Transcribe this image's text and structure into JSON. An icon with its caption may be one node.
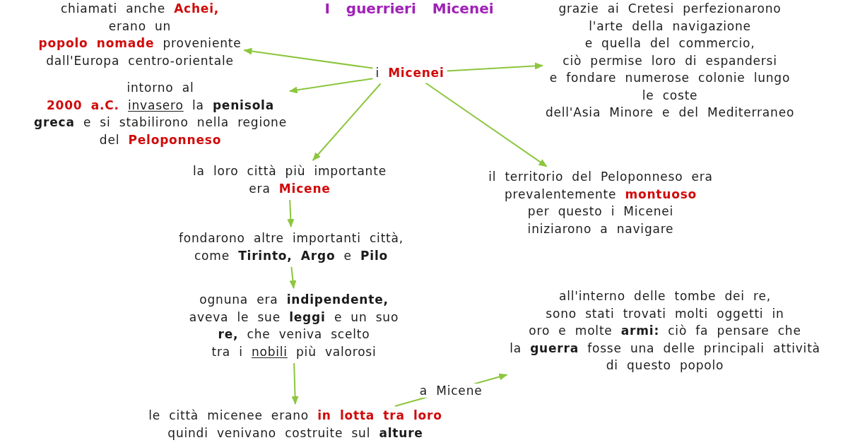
{
  "diagram": {
    "title": "I guerrieri Micenei",
    "nodes": [
      {
        "text": [
          "chiamati anche **Achei,** erano un **popolo nomade** proveniente dall'Europa centro-orientale"
        ]
      },
      {
        "text": [
          "grazie ai Cretesi perfezionarono l'arte della navigazione e quella del commercio, ciò permise loro di espandersi e fondare numerose colonie lungo le coste dell'Asia Minore e del Mediterraneo"
        ]
      },
      {
        "text": [
          "i **Micenei**"
        ]
      },
      {
        "text": [
          "intorno al **2000 a.C.** invasero la **penisola greca** e si stabilirono nella regione del **Peloponneso**"
        ]
      },
      {
        "text": [
          "la loro città più importante era **Micene**"
        ]
      },
      {
        "text": [
          "il territorio del Peloponneso era prevalentemente **montuoso** per questo i Micenei iniziarono a navigare"
        ]
      },
      {
        "text": [
          "fondarono altre importanti città, come **Tirinto, Argo** e **Pilo**"
        ]
      },
      {
        "text": [
          "ognuna era **indipendente,** aveva le sue **leggi** e un suo **re,** che veniva scelto tra i nobili più valorosi"
        ]
      },
      {
        "text": [
          "all'interno delle tombe dei re, sono stati trovati molti oggetti in oro e molte **armi:** ciò fa pensare che la **guerra** fosse una delle principali attività di questo popolo"
        ]
      },
      {
        "text": [
          "le città micenee erano **in lotta tra loro** quindi venivano costruite sul **alture**"
        ]
      }
    ],
    "edges": [
      {
        "from": 2,
        "to": 0,
        "arrow": "to"
      },
      {
        "from": 2,
        "to": 1,
        "arrow": "to"
      },
      {
        "from": 2,
        "to": 3,
        "arrow": "to"
      },
      {
        "from": 2,
        "to": 4,
        "arrow": "to"
      },
      {
        "from": 2,
        "to": 5,
        "arrow": "to"
      },
      {
        "from": 4,
        "to": 6,
        "arrow": "to"
      },
      {
        "from": 6,
        "to": 7,
        "arrow": "to"
      },
      {
        "from": 7,
        "to": 9,
        "arrow": "to"
      },
      {
        "from": 9,
        "to": 8,
        "arrow": "to",
        "label": "a Micene"
      }
    ]
  }
}
